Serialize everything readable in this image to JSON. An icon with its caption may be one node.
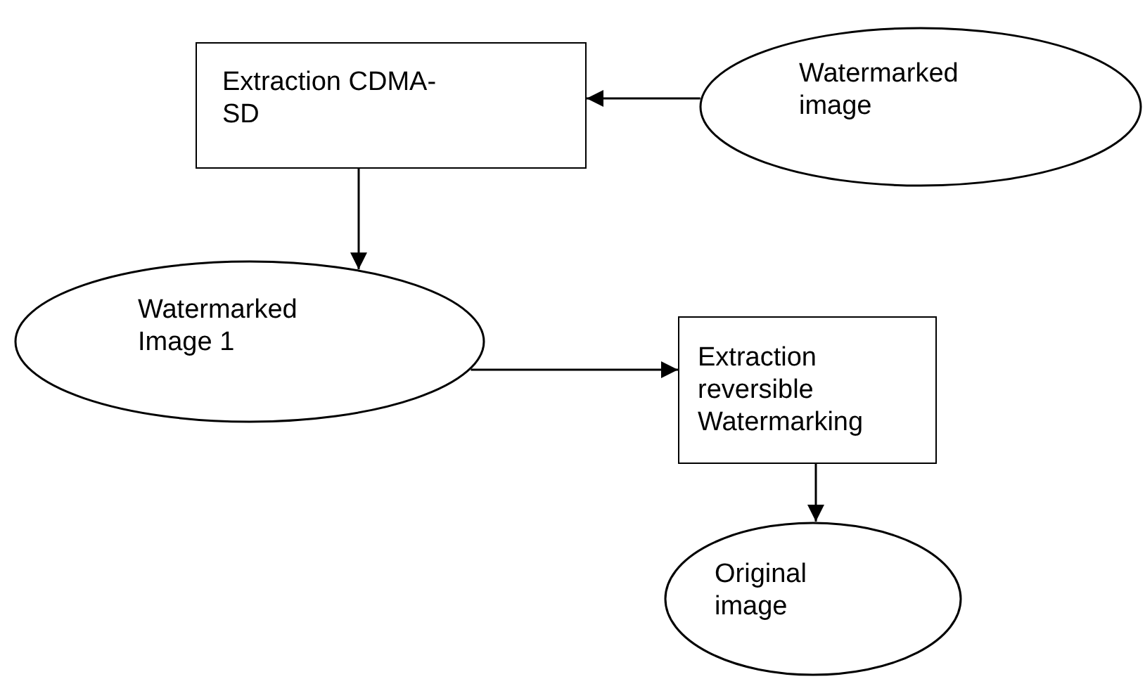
{
  "diagram": {
    "nodes": [
      {
        "text": [
          "Extraction CDMA-SD"
        ]
      },
      {
        "text": [
          "Watermarked image"
        ]
      },
      {
        "text": [
          "Watermarked Image 1"
        ]
      },
      {
        "text": [
          "Extraction reversible Watermarking"
        ]
      },
      {
        "text": [
          "Original image"
        ]
      }
    ],
    "edges": [
      {
        "from": 1,
        "to": 0,
        "arrow": "to"
      },
      {
        "from": 0,
        "to": 2,
        "arrow": "to"
      },
      {
        "from": 2,
        "to": 3,
        "arrow": "to"
      },
      {
        "from": 3,
        "to": 4,
        "arrow": "to"
      }
    ]
  }
}
